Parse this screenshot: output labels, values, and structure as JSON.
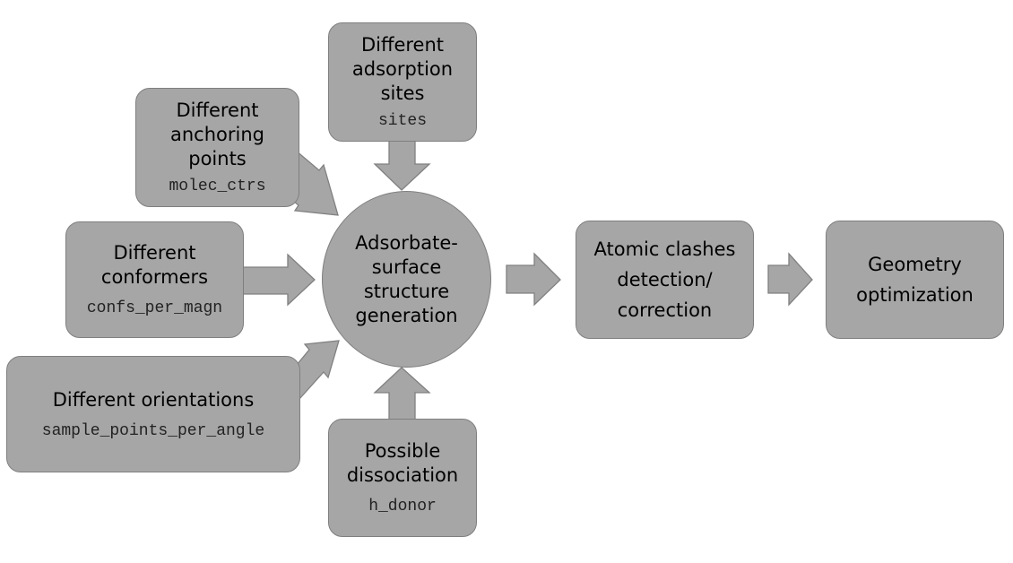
{
  "inputs": {
    "sites": {
      "label": "Different\nadsorption\nsites",
      "param": "sites"
    },
    "anchoring": {
      "label": "Different\nanchoring\npoints",
      "param": "molec_ctrs"
    },
    "conformers": {
      "label": "Different\nconformers",
      "param": "confs_per_magn"
    },
    "orientations": {
      "label": "Different orientations",
      "param": "sample_points_per_angle"
    },
    "dissociation": {
      "label": "Possible\ndissociation",
      "param": "h_donor"
    }
  },
  "center": {
    "label": "Adsorbate-\nsurface\nstructure\ngeneration"
  },
  "pipeline": {
    "clashes": {
      "label": "Atomic clashes\ndetection/\ncorrection"
    },
    "optimization": {
      "label": "Geometry\noptimization"
    }
  },
  "colors": {
    "fill": "#a6a6a6",
    "stroke": "#7f7f7f"
  }
}
